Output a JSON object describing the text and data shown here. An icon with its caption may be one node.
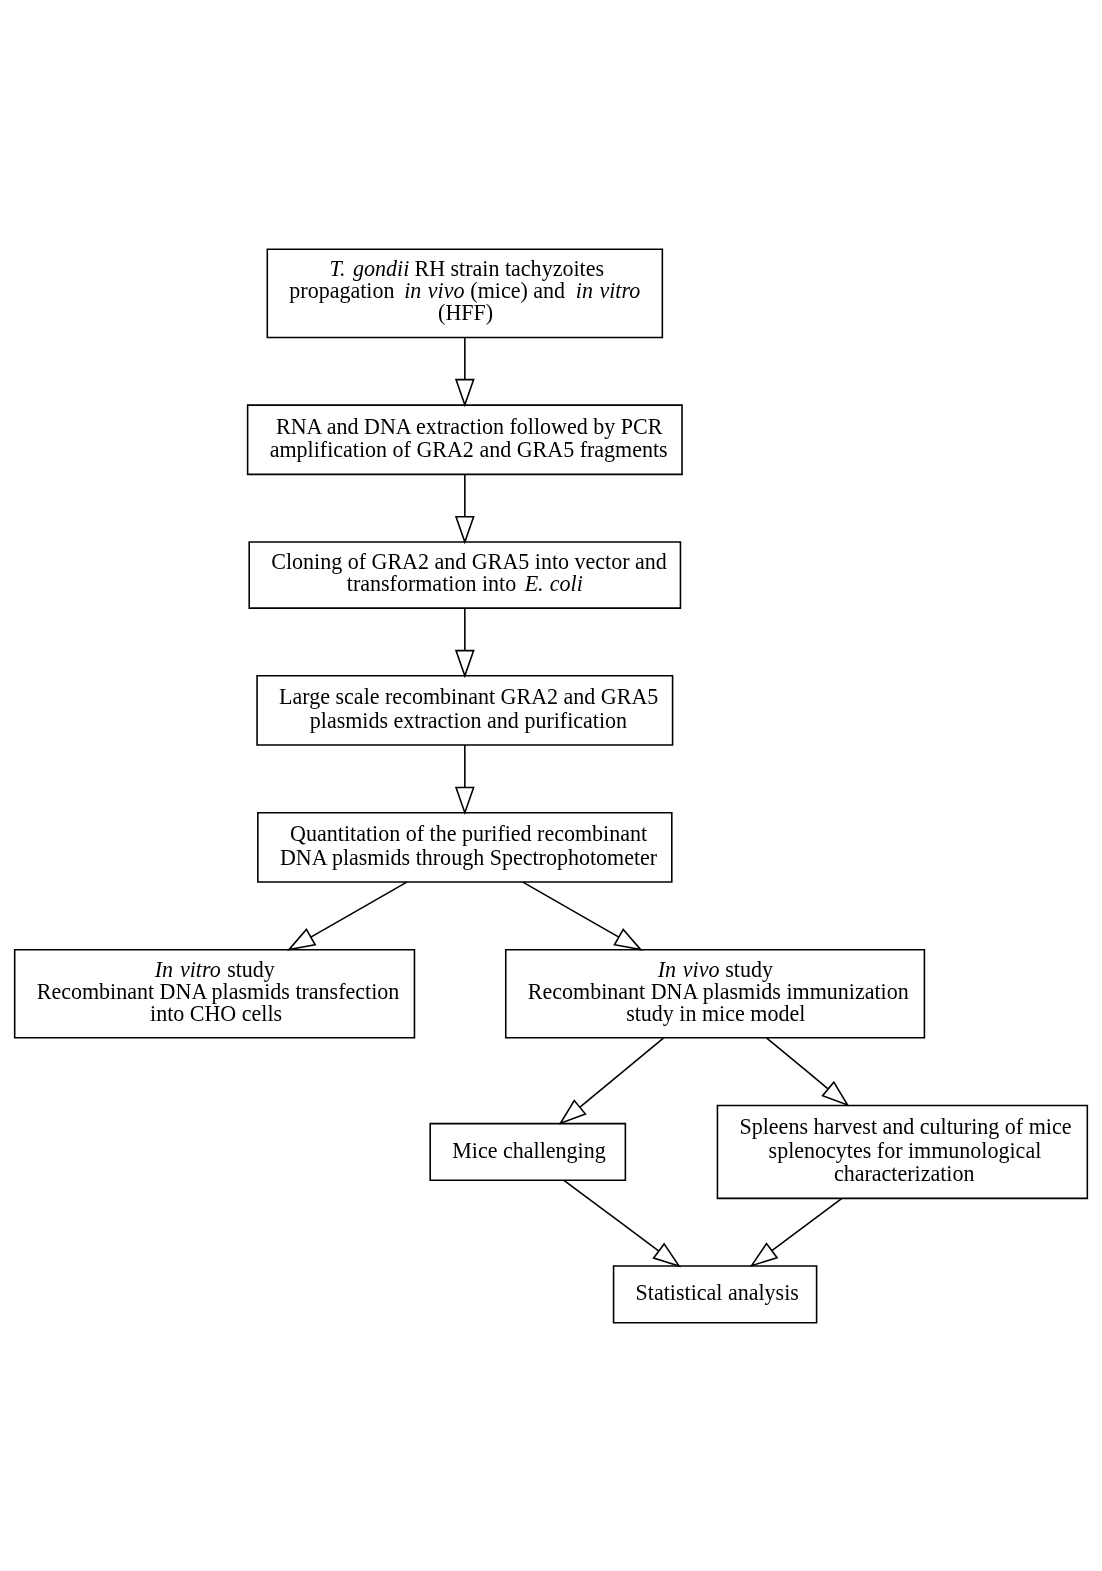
{
  "diagram": {
    "nodes": [
      {
        "text": [
          "*T. gondii* RH strain tachyzoites propagation *in vivo* (mice) and *in vitro* (HFF)"
        ]
      },
      {
        "text": [
          "RNA and DNA extraction followed by PCR amplification of GRA2 and GRA5 fragments"
        ]
      },
      {
        "text": [
          "Cloning of GRA2 and GRA5 into vector and transformation into *E. coli*"
        ]
      },
      {
        "text": [
          "Large scale recombinant GRA2 and GRA5 plasmids extraction and purification"
        ]
      },
      {
        "text": [
          "Quantitation of the purified recombinant DNA plasmids through Spectrophotometer"
        ]
      },
      {
        "text": [
          "*In vitro* study",
          "Recombinant DNA plasmids transfection into CHO cells"
        ]
      },
      {
        "text": [
          "*In vivo* study",
          "Recombinant DNA plasmids immunization study in mice model"
        ]
      },
      {
        "text": [
          "Mice challenging"
        ]
      },
      {
        "text": [
          "Statistical analysis"
        ]
      },
      {
        "text": [
          "Spleens harvest and culturing of mice splenocytes for immunological characterization"
        ]
      }
    ],
    "edges": [
      {
        "from": 0,
        "to": 1,
        "arrow": "to"
      },
      {
        "from": 1,
        "to": 2,
        "arrow": "to"
      },
      {
        "from": 2,
        "to": 3,
        "arrow": "to"
      },
      {
        "from": 3,
        "to": 4,
        "arrow": "to"
      },
      {
        "from": 4,
        "to": 5,
        "arrow": "to"
      },
      {
        "from": 4,
        "to": 6,
        "arrow": "to"
      },
      {
        "from": 6,
        "to": 7,
        "arrow": "to"
      },
      {
        "from": 6,
        "to": 9,
        "arrow": "to"
      },
      {
        "from": 7,
        "to": 8,
        "arrow": "to"
      },
      {
        "from": 9,
        "to": 8,
        "arrow": "to"
      }
    ]
  }
}
